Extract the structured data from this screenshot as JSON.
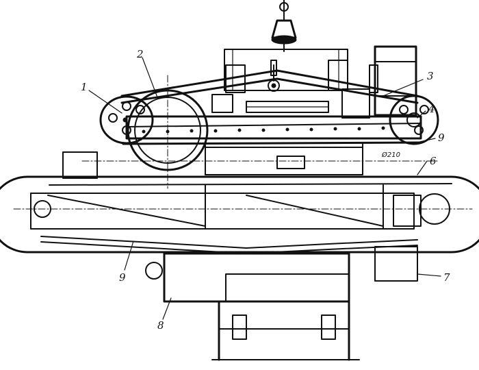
{
  "figure": {
    "callouts": {
      "c1": "1",
      "c2": "2",
      "c3": "3",
      "c4": "4",
      "c5_top": "9",
      "c6": "6",
      "c7": "7",
      "c8": "8",
      "c9_bottom": "9"
    },
    "dimension": "Ø210"
  }
}
